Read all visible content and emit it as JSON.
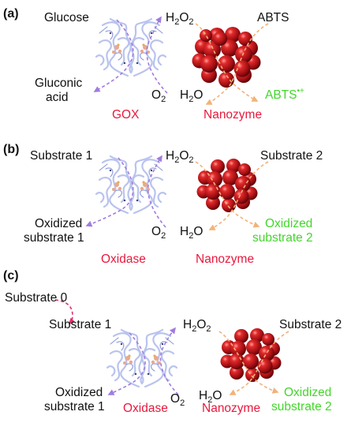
{
  "colors": {
    "enzyme_label": "#e8193c",
    "nanozyme_label": "#e8193c",
    "oxidized_product": "#44d62c",
    "enzyme_arrow": "#a07be0",
    "nanozyme_arrow": "#f2b27a",
    "substrate0_arrow": "#e0306a",
    "nanozyme_sphere": "#c4121c",
    "protein": "#b9c3ee"
  },
  "icons": {
    "enzyme": "protein-ribbon-icon",
    "nanozyme": "sphere-cluster-icon"
  },
  "panels": [
    {
      "tag": "(a)",
      "enzyme_substrate": "Glucose",
      "enzyme_product_line1": "Gluconic",
      "enzyme_product_line2": "acid",
      "o2": "O",
      "o2_sub": "2",
      "h2o2_a": "H",
      "h2o2_sub1": "2",
      "h2o2_b": "O",
      "h2o2_sub2": "2",
      "nano_substrate": "ABTS",
      "h2o_a": "H",
      "h2o_sub": "2",
      "h2o_b": "O",
      "nano_product": "ABTS",
      "nano_product_sup": "•+",
      "enzyme_name": "GOX",
      "nanozyme_name": "Nanozyme"
    },
    {
      "tag": "(b)",
      "enzyme_substrate": "Substrate 1",
      "enzyme_product_line1": "Oxidized",
      "enzyme_product_line2": "substrate 1",
      "o2": "O",
      "o2_sub": "2",
      "h2o2_a": "H",
      "h2o2_sub1": "2",
      "h2o2_b": "O",
      "h2o2_sub2": "2",
      "nano_substrate": "Substrate 2",
      "h2o_a": "H",
      "h2o_sub": "2",
      "h2o_b": "O",
      "nano_product_line1": "Oxidized",
      "nano_product_line2": "substrate 2",
      "enzyme_name": "Oxidase",
      "nanozyme_name": "Nanozyme"
    },
    {
      "tag": "(c)",
      "precursor": "Substrate 0",
      "enzyme_substrate": "Substrate 1",
      "enzyme_product_line1": "Oxidized",
      "enzyme_product_line2": "substrate 1",
      "o2": "O",
      "o2_sub": "2",
      "h2o2_a": "H",
      "h2o2_sub1": "2",
      "h2o2_b": "O",
      "h2o2_sub2": "2",
      "nano_substrate": "Substrate 2",
      "h2o_a": "H",
      "h2o_sub": "2",
      "h2o_b": "O",
      "nano_product_line1": "Oxidized",
      "nano_product_line2": "substrate 2",
      "enzyme_name": "Oxidase",
      "nanozyme_name": "Nanozyme"
    }
  ]
}
